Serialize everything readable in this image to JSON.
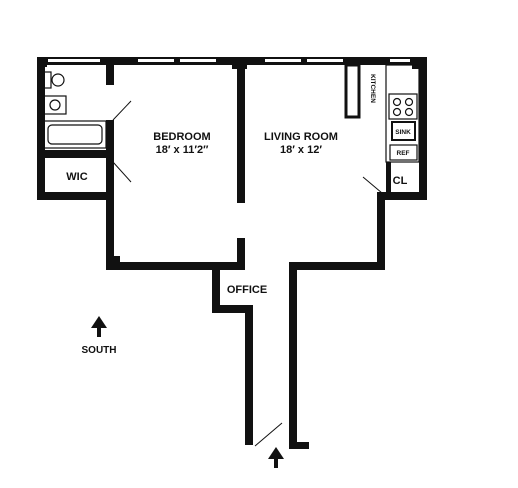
{
  "rooms": {
    "bedroom": {
      "name": "BEDROOM",
      "dims": "18′ x 11′2″"
    },
    "living_room": {
      "name": "LIVING ROOM",
      "dims": "18′ x 12′"
    },
    "wic": "WIC",
    "office": "OFFICE",
    "closet": "CL",
    "kitchen": "KITCHEN"
  },
  "fixtures": {
    "sink": "SINK",
    "ref": "REF"
  },
  "compass": {
    "label": "SOUTH",
    "icon": "north-arrow-icon"
  },
  "entry": {
    "icon": "entry-arrow-icon"
  },
  "colors": {
    "wall": "#111111",
    "window": "#ffffff",
    "background": "#ffffff"
  }
}
